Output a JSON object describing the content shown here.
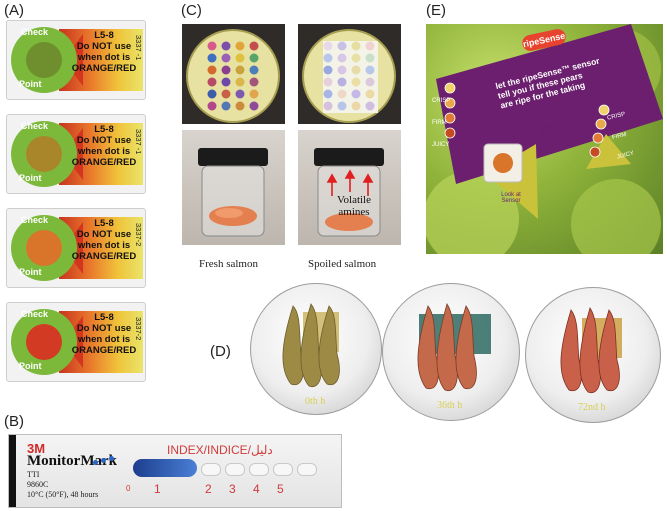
{
  "panels": {
    "a": "(A)",
    "b": "(B)",
    "c": "(C)",
    "d": "(D)",
    "e": "(E)"
  },
  "panel_a": {
    "ring_top": "Check",
    "ring_bottom": "Point",
    "labels": [
      {
        "code_top": "L5-8",
        "line1": "Do NOT use",
        "line2": "when dot is",
        "line3": "ORANGE/RED",
        "side": "3337 -1",
        "dot_color": "#6f8f2e"
      },
      {
        "code_top": "L5-8",
        "line1": "Do NOT use",
        "line2": "when dot is",
        "line3": "ORANGE/RED",
        "side": "3337 -1",
        "dot_color": "#a9862a"
      },
      {
        "code_top": "L5-8",
        "line1": "Do NOT use",
        "line2": "when dot is",
        "line3": "ORANGE/RED",
        "side": "3337-2",
        "dot_color": "#d9742b"
      },
      {
        "code_top": "L5-8",
        "line1": "Do NOT use",
        "line2": "when dot is",
        "line3": "ORANGE/RED",
        "side": "3337-2",
        "dot_color": "#d23a23"
      }
    ]
  },
  "panel_b": {
    "brand": "3M",
    "product": "MonitorMark",
    "model": "TTI",
    "code": "9860C",
    "spec": "10°C (50°F), 48 hours",
    "index": "INDEX/INDICE/دليل",
    "numbers": [
      "0",
      "1",
      "2",
      "3",
      "4",
      "5"
    ]
  },
  "panel_c": {
    "annotation_line1": "Volatile",
    "annotation_line2": "amines",
    "caption_fresh": "Fresh salmon",
    "caption_spoiled": "Spoiled salmon"
  },
  "panel_d": {
    "times": [
      "0th h",
      "36th h",
      "72nd h"
    ]
  },
  "panel_e": {
    "brand": "ripeSense",
    "headline1": "let the ripeSense™ sensor",
    "headline2": "tell you if these pears",
    "headline3": "are ripe for the taking",
    "scale_left": [
      "CRISP",
      "FIRM",
      "JUICY"
    ],
    "scale_right": [
      "CRISP",
      "FIRM",
      "JUICY"
    ],
    "look": "Look at Sensor",
    "look2": "Look at Sensor"
  },
  "colors": {
    "ring_green": "#7cb93b",
    "warning_red": "#d2361e",
    "index_red": "#d13a3a",
    "pack_purple": "#6b1f6e",
    "pack_yellow": "#c9c23a"
  }
}
